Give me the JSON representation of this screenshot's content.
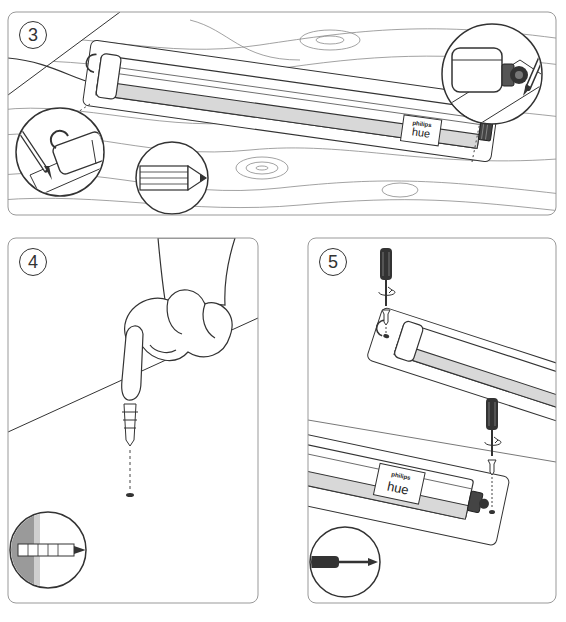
{
  "diagram": {
    "nodes": [
      {
        "text": [
          "3"
        ]
      },
      {
        "text": [
          "4"
        ]
      },
      {
        "text": [
          "5"
        ]
      }
    ],
    "labels": [
      "philips",
      "hue",
      "philips",
      "hue"
    ]
  }
}
